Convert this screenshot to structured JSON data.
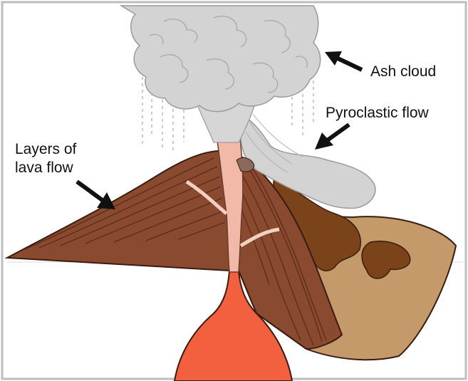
{
  "labels": {
    "ash_cloud": "Ash cloud",
    "pyroclastic_flow": "Pyroclastic flow",
    "lava_layers_line1": "Layers of",
    "lava_layers_line2": "lava flow"
  },
  "colors": {
    "frame": "#bdbdbd",
    "cloud": "#d3d3d3",
    "cloud_outline": "#9a9a9a",
    "cone": "#8a4a30",
    "cone_lines": "#5a2c18",
    "cross_section": "#c59a6a",
    "pyroclastic_deposit": "#7a4319",
    "magma": "#f26040",
    "vent": "#f2b8a8",
    "arrow": "#111111"
  }
}
